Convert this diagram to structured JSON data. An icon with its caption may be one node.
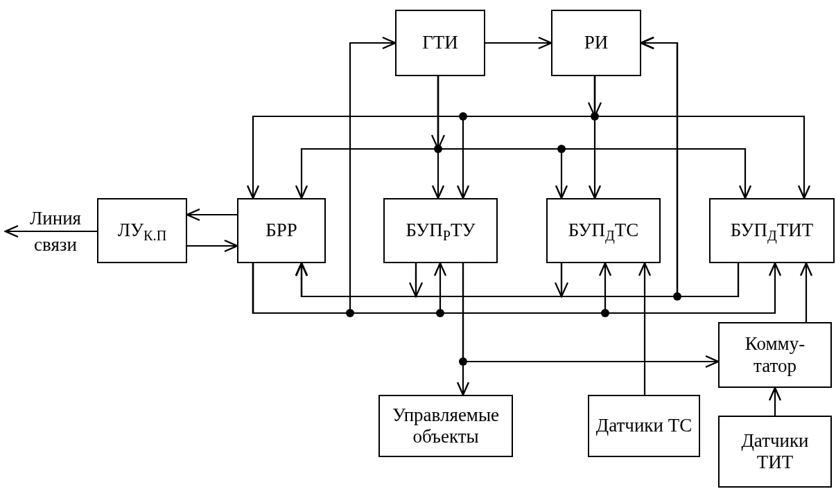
{
  "diagram": {
    "nodes": [
      {
        "text": [
          "ГТИ"
        ]
      },
      {
        "text": [
          "РИ"
        ]
      },
      {
        "text": [
          "ЛУ$_{К.П}$"
        ]
      },
      {
        "text": [
          "БРР"
        ]
      },
      {
        "text": [
          "БУП$_{Р}$ТУ"
        ]
      },
      {
        "text": [
          "БУП$_{Д}$ТС"
        ]
      },
      {
        "text": [
          "БУП$_{Д}$ТИТ"
        ]
      },
      {
        "text": [
          "Комму-татор"
        ]
      },
      {
        "text": [
          "Управляемые объекты"
        ]
      },
      {
        "text": [
          "Датчики ТС"
        ]
      },
      {
        "text": [
          "Датчики ТИТ"
        ]
      }
    ],
    "edges": [
      {
        "from": 0,
        "to": 1,
        "arrow": "to"
      },
      {
        "from": 3,
        "to": 2,
        "arrow": "to"
      },
      {
        "from": 2,
        "to": 3,
        "arrow": "to"
      },
      {
        "from": 2,
        "to": null,
        "arrow": "to",
        "label": "Линия связи"
      },
      {
        "from": 3,
        "to": 0,
        "arrow": "to"
      },
      {
        "from": 3,
        "to": 4,
        "arrow": "to"
      },
      {
        "from": 3,
        "to": 5,
        "arrow": "to"
      },
      {
        "from": 3,
        "to": 6,
        "arrow": "to"
      },
      {
        "from": 4,
        "to": 3,
        "arrow": "to"
      },
      {
        "from": 4,
        "to": 1,
        "arrow": "to"
      },
      {
        "from": 5,
        "to": 3,
        "arrow": "to"
      },
      {
        "from": 5,
        "to": 1,
        "arrow": "to"
      },
      {
        "from": 6,
        "to": 3,
        "arrow": "to"
      },
      {
        "from": 6,
        "to": 1,
        "arrow": "to"
      },
      {
        "from": 1,
        "to": 3,
        "arrow": "to"
      },
      {
        "from": 1,
        "to": 4,
        "arrow": "to"
      },
      {
        "from": 1,
        "to": 5,
        "arrow": "to"
      },
      {
        "from": 1,
        "to": 6,
        "arrow": "to"
      },
      {
        "from": 0,
        "to": 3,
        "arrow": "to"
      },
      {
        "from": 0,
        "to": 4,
        "arrow": "to"
      },
      {
        "from": 0,
        "to": 5,
        "arrow": "to"
      },
      {
        "from": 0,
        "to": 6,
        "arrow": "to"
      },
      {
        "from": 4,
        "to": 8,
        "arrow": "to"
      },
      {
        "from": 4,
        "to": 7,
        "arrow": "to"
      },
      {
        "from": 9,
        "to": 5,
        "arrow": "to"
      },
      {
        "from": 7,
        "to": 6,
        "arrow": "to"
      },
      {
        "from": 10,
        "to": 7,
        "arrow": "to"
      }
    ]
  }
}
